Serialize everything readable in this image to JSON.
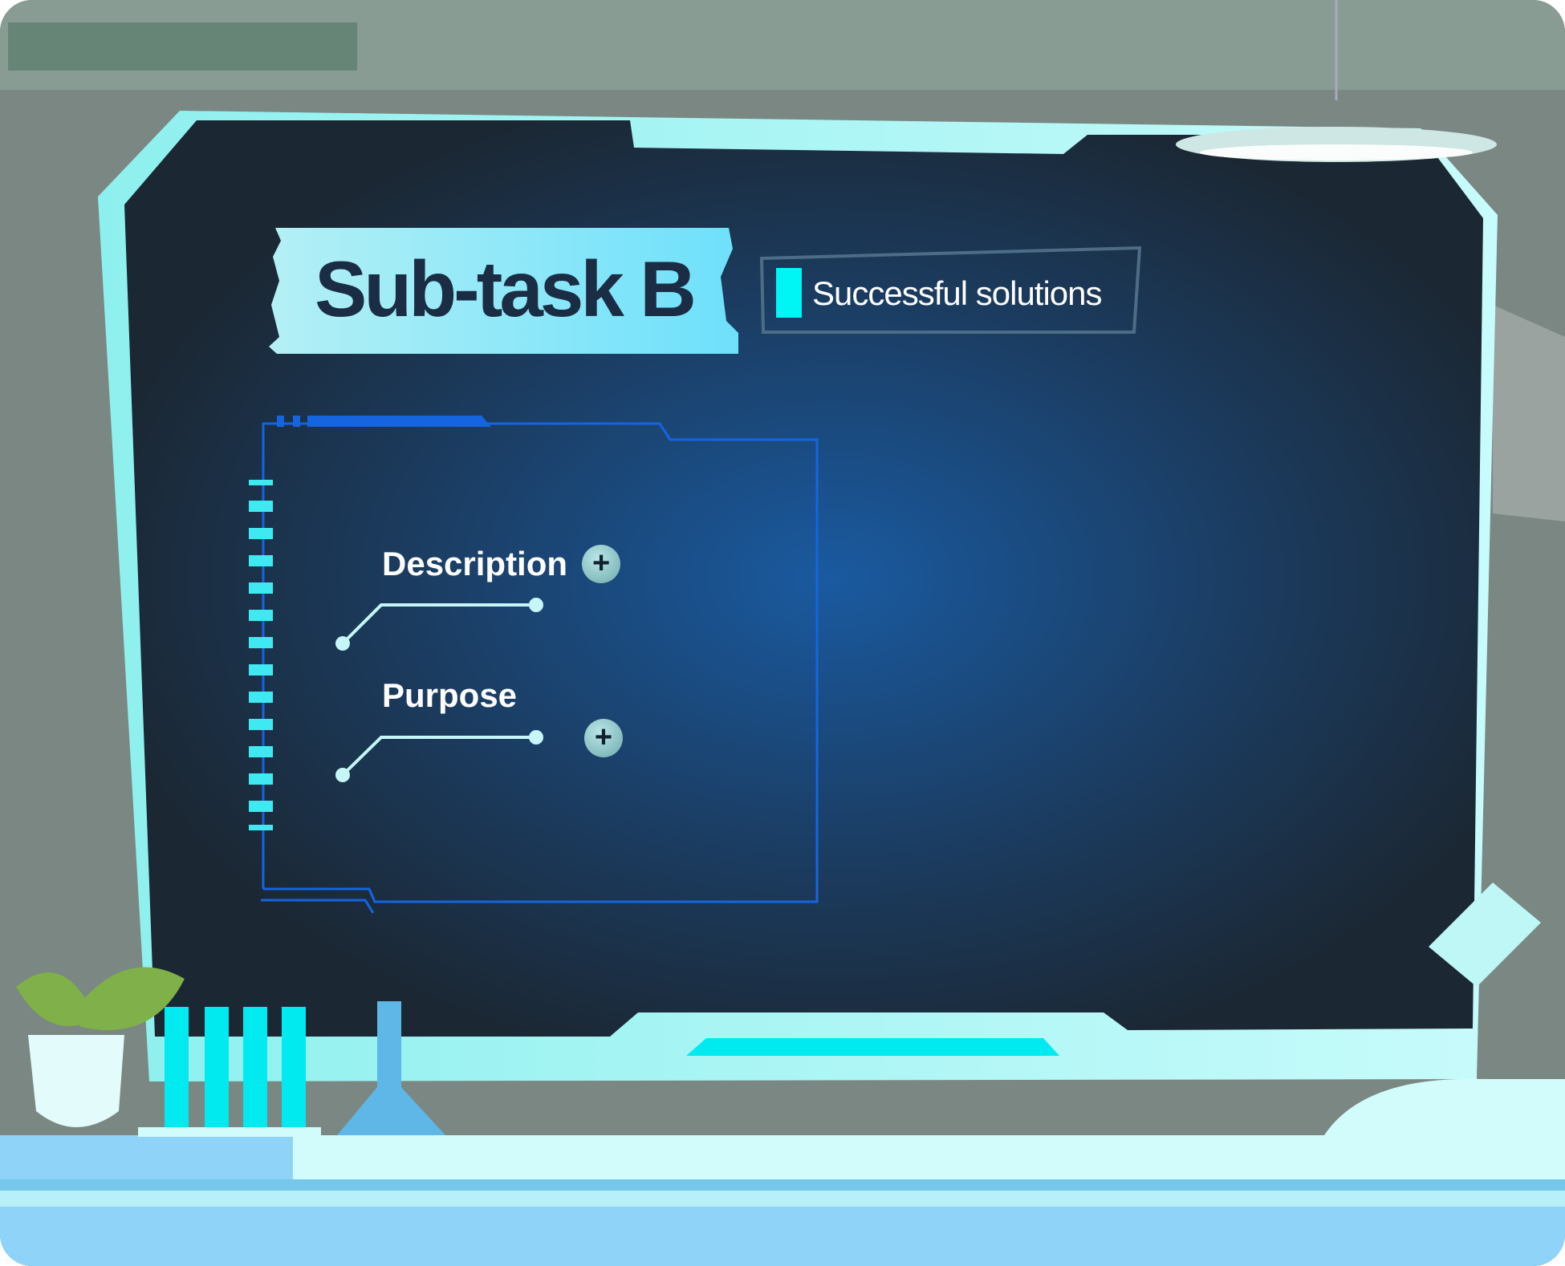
{
  "header": {
    "title": "Sub-task B",
    "badge": "Successful solutions"
  },
  "panel": {
    "items": [
      {
        "label": "Description",
        "icon": "plus-icon"
      },
      {
        "label": "Purpose",
        "icon": "plus-icon"
      }
    ],
    "plus_glyph": "+"
  },
  "colors": {
    "board": "#1b2836",
    "accent": "#00f5f5",
    "panel_line": "#1565e0",
    "tape": "#7ee3f7"
  }
}
